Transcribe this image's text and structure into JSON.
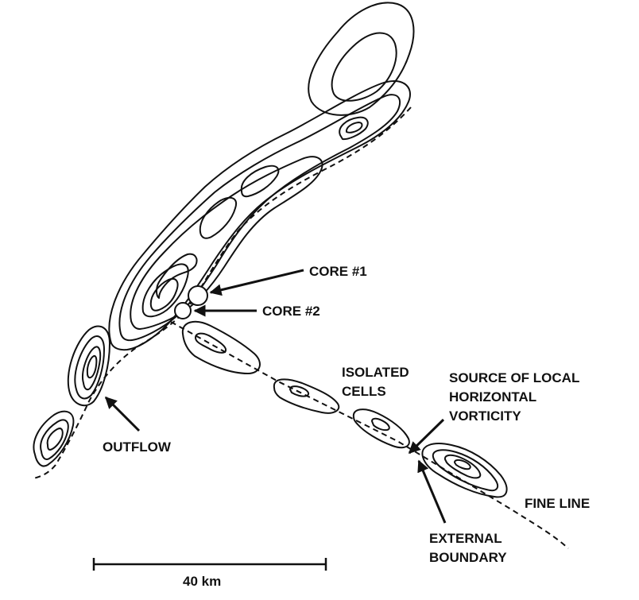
{
  "labels": {
    "core1": "CORE #1",
    "core2": "CORE #2",
    "isolated_line1": "ISOLATED",
    "isolated_line2": "CELLS",
    "source_line1": "SOURCE OF LOCAL",
    "source_line2": "HORIZONTAL",
    "source_line3": "VORTICITY",
    "outflow": "OUTFLOW",
    "fine_line": "FINE LINE",
    "external_line1": "EXTERNAL",
    "external_line2": "BOUNDARY",
    "scale_bar": "40 km"
  }
}
